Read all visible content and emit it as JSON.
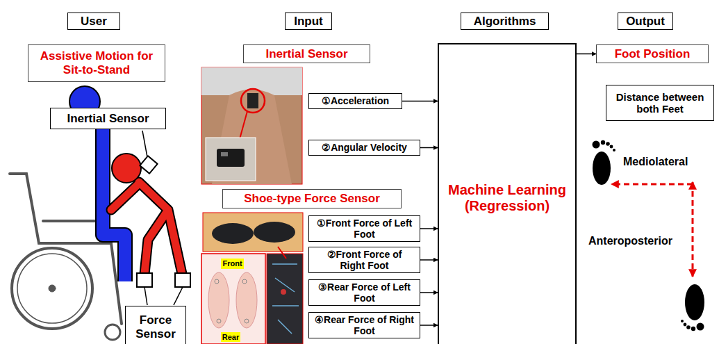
{
  "diagram": {
    "nodes": [
      {
        "text": [
          "User"
        ]
      },
      {
        "text": [
          "Input"
        ]
      },
      {
        "text": [
          "Algorithms"
        ]
      },
      {
        "text": [
          "Output"
        ]
      },
      {
        "text": [
          "Assistive Motion for Sit-to-Stand"
        ]
      },
      {
        "text": [
          "Inertial Sensor"
        ]
      },
      {
        "text": [
          "Foot Position"
        ]
      },
      {
        "text": [
          "Inertial Sensor"
        ]
      },
      {
        "text": [
          "Distance between both Feet"
        ]
      },
      {
        "text": [
          "①Acceleration"
        ]
      },
      {
        "text": [
          "②Angular Velocity"
        ]
      },
      {
        "text": [
          "Machine Learning (Regression)"
        ]
      },
      {
        "text": [
          "Shoe-type Force Sensor"
        ]
      },
      {
        "text": [
          "Front"
        ]
      },
      {
        "text": [
          "①Front Force of Left Foot"
        ]
      },
      {
        "text": [
          "②Front Force of Right Foot"
        ]
      },
      {
        "text": [
          "③Rear Force of Left Foot"
        ]
      },
      {
        "text": [
          "④Rear Force of Right Foot"
        ]
      },
      {
        "text": [
          "Force Sensor"
        ]
      },
      {
        "text": [
          "Rear"
        ]
      }
    ],
    "edges": [
      {
        "from": 9,
        "to": 11,
        "arrow": "to"
      },
      {
        "from": 10,
        "to": 11,
        "arrow": "to"
      },
      {
        "from": 14,
        "to": 11,
        "arrow": "to"
      },
      {
        "from": 15,
        "to": 11,
        "arrow": "to"
      },
      {
        "from": 16,
        "to": 11,
        "arrow": "to"
      },
      {
        "from": 17,
        "to": 11,
        "arrow": "to"
      },
      {
        "from": 11,
        "to": 6,
        "arrow": "to"
      }
    ],
    "labels": [
      "Mediolateral",
      "Anteroposterior"
    ]
  }
}
